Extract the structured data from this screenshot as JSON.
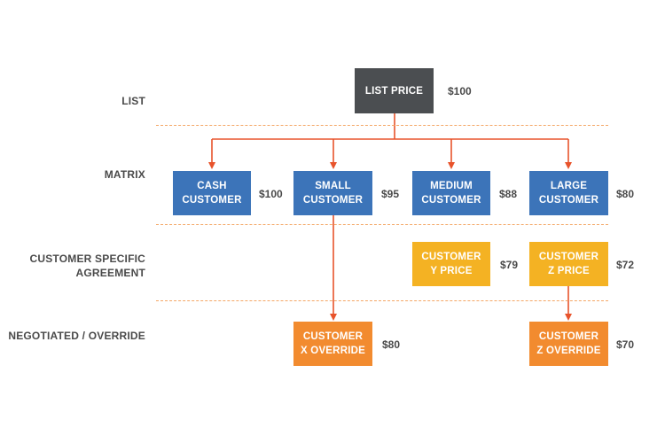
{
  "rows": {
    "list": "LIST",
    "matrix": "MATRIX",
    "customer_specific_line1": "CUSTOMER SPECIFIC",
    "customer_specific_line2": "AGREEMENT",
    "negotiated": "NEGOTIATED / OVERRIDE"
  },
  "nodes": {
    "list_price": {
      "label": "LIST PRICE",
      "price": "$100"
    },
    "cash_customer": {
      "label": "CASH\nCUSTOMER",
      "price": "$100"
    },
    "small_customer": {
      "label": "SMALL\nCUSTOMER",
      "price": "$95"
    },
    "medium_customer": {
      "label": "MEDIUM\nCUSTOMER",
      "price": "$88"
    },
    "large_customer": {
      "label": "LARGE\nCUSTOMER",
      "price": "$80"
    },
    "customer_y_price": {
      "label": "CUSTOMER\nY PRICE",
      "price": "$79"
    },
    "customer_z_price": {
      "label": "CUSTOMER\nZ PRICE",
      "price": "$72"
    },
    "customer_x_override": {
      "label": "CUSTOMER\nX OVERRIDE",
      "price": "$80"
    },
    "customer_z_override": {
      "label": "CUSTOMER\nZ OVERRIDE",
      "price": "$70"
    }
  },
  "colors": {
    "list": "#4b4e51",
    "matrix": "#3c74b9",
    "agreement": "#f4b223",
    "override": "#f28b2f",
    "arrow": "#e8532b",
    "divider": "#f4a766"
  }
}
